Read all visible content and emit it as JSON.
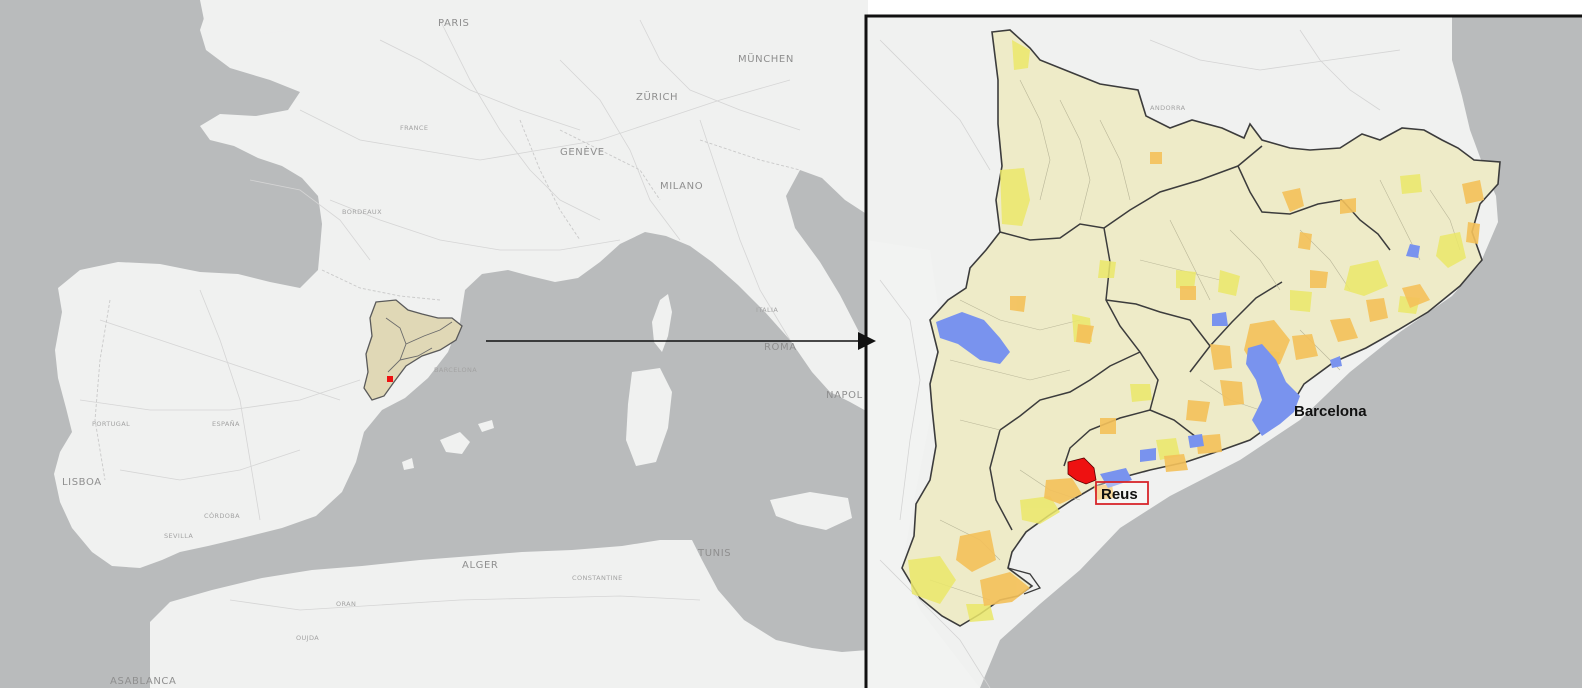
{
  "overview_map": {
    "labels": {
      "paris": "PARIS",
      "munchen": "MÜNCHEN",
      "zurich": "ZÜRICH",
      "geneve": "GENÈVE",
      "milano": "MILANO",
      "lisboa": "LISBOA",
      "barcelona": "BARCELONA",
      "roma": "ROMA",
      "napoli": "NAPOL",
      "alger": "ALGER",
      "tunis": "TUNIS",
      "casablanca": "ASABLANCA",
      "bordeaux": "BORDEAUX",
      "france": "FRANCE",
      "portugal": "PORTUGAL",
      "espana": "ESPAÑA",
      "italia": "ITALIA",
      "constantine": "CONSTANTINE",
      "cordoba": "CÓRDOBA",
      "sevilla": "SEVILLA",
      "oran": "ORAN",
      "oujda": "OUJDA",
      "andorra": "ANDORRA"
    },
    "colors": {
      "sea": "#b9bbbc",
      "land": "#f0f1f0",
      "highlight": "#e0d8b6"
    }
  },
  "inset_map": {
    "callouts": {
      "barcelona": "Barcelona",
      "reus": "Reus"
    },
    "colors": {
      "base": "#eeebc8",
      "yellow": "#ebe86a",
      "orange": "#f4c15a",
      "blue": "#7993ee",
      "red": "#ee1111",
      "frame": "#111111",
      "reus_box": "#d7262b"
    }
  }
}
